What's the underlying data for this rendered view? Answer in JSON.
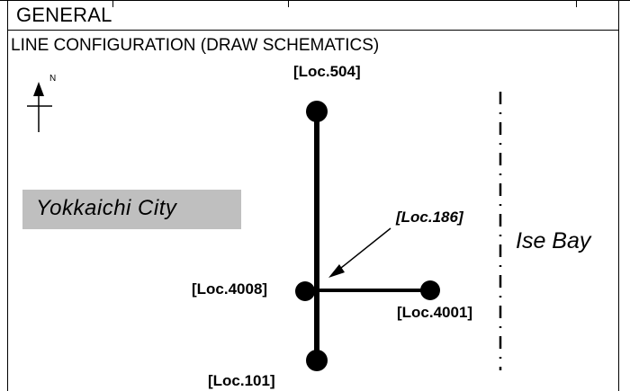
{
  "header": {
    "section_title": "GENERAL",
    "subtitle": "LINE CONFIGURATION (DRAW SCHEMATICS)"
  },
  "compass": {
    "label": "N",
    "icon": "north-arrow-icon"
  },
  "areas": {
    "city": "Yokkaichi  City",
    "bay": "Ise Bay"
  },
  "locations": {
    "top": "[Loc.504]",
    "junction": "[Loc.4008]",
    "branch_end": "[Loc.4001]",
    "bottom": "[Loc.101]",
    "pointer": "[Loc.186]"
  },
  "colors": {
    "line": "#000000",
    "city_fill": "#bfbfbf"
  }
}
